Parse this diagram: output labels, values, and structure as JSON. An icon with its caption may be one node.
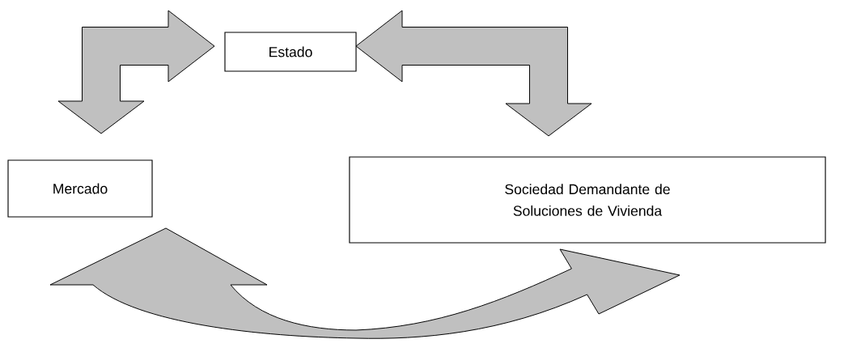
{
  "diagram": {
    "nodes": [
      {
        "text": [
          "Estado"
        ]
      },
      {
        "text": [
          "Mercado"
        ]
      },
      {
        "text": [
          "Sociedad Demandante de Soluciones de Vivienda"
        ]
      }
    ],
    "edges": [
      {
        "from": 0,
        "to": 1,
        "arrow": "both"
      },
      {
        "from": 0,
        "to": 2,
        "arrow": "both"
      },
      {
        "from": 1,
        "to": 2,
        "arrow": "both"
      }
    ]
  }
}
